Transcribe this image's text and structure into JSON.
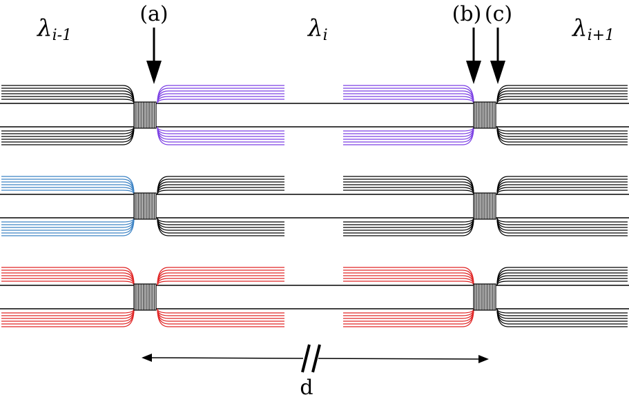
{
  "labels": {
    "lambda_left": {
      "symbol": "λ",
      "sub": "i-1"
    },
    "lambda_mid": {
      "symbol": "λ",
      "sub": "i"
    },
    "lambda_right": {
      "symbol": "λ",
      "sub": "i+1"
    },
    "marker_a": "(a)",
    "marker_b": "(b)",
    "marker_c": "(c)",
    "distance": "d"
  },
  "colors": {
    "black": "#000000",
    "purple": "#7b3fe4",
    "blue": "#3b82c4",
    "red": "#e02424"
  },
  "rows": [
    {
      "left_color": "#000000",
      "middle_color": "#7b3fe4",
      "right_color": "#000000"
    },
    {
      "left_color": "#3b82c4",
      "middle_color": "#000000",
      "right_color": "#000000"
    },
    {
      "left_color": "#e02424",
      "middle_color": "#e02424",
      "right_color": "#000000"
    }
  ]
}
